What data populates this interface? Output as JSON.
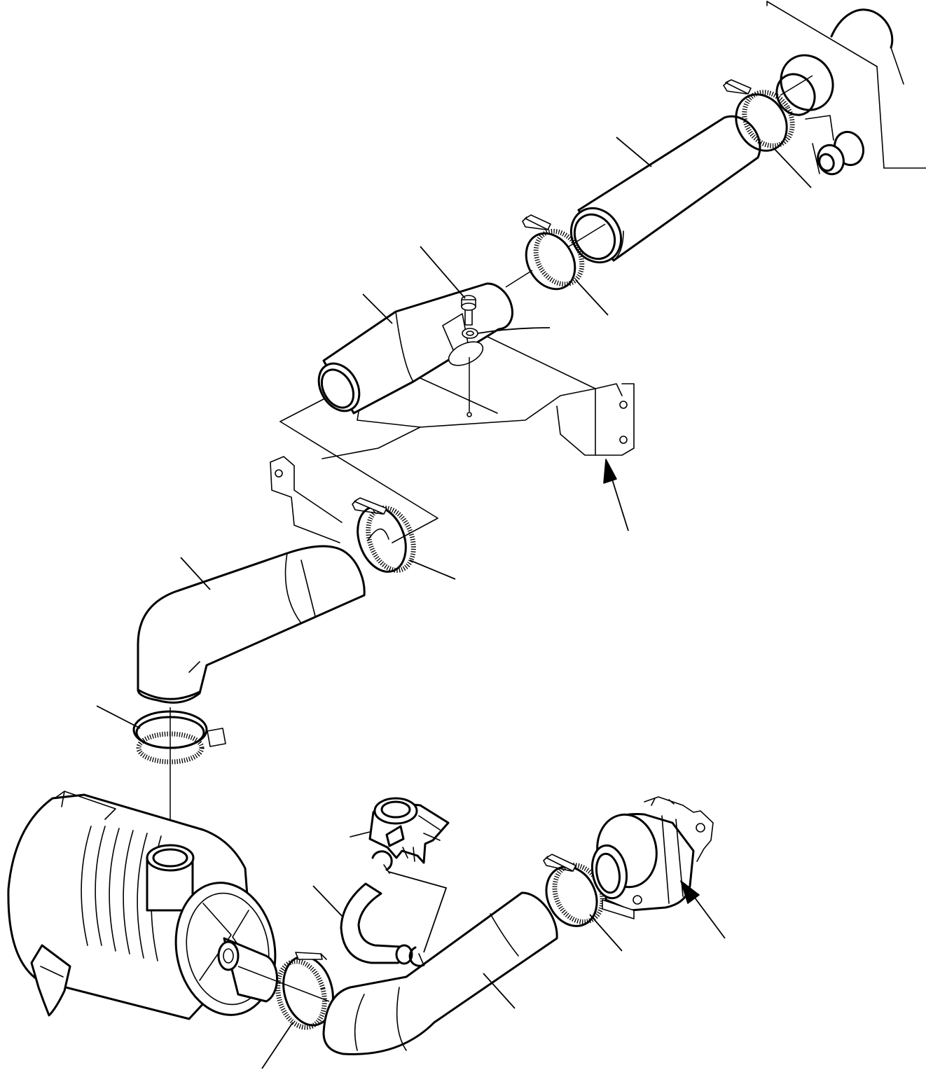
{
  "figure": {
    "domain": "Diagram",
    "type": "exploded-assembly-line-drawing",
    "background": "#ffffff",
    "line_color": "#000000",
    "text_labels": []
  },
  "parts": [
    {
      "id": "engine-block-corner",
      "desc": "engine-block-corner"
    },
    {
      "id": "straight-hose-upper",
      "desc": "straight-hose"
    },
    {
      "id": "hose-clamp-upper-right",
      "desc": "hose-clamp"
    },
    {
      "id": "hose-clamp-upper-mid",
      "desc": "hose-clamp"
    },
    {
      "id": "connector-pipe",
      "desc": "pipe"
    },
    {
      "id": "bolt",
      "desc": "bolt"
    },
    {
      "id": "washer",
      "desc": "washer"
    },
    {
      "id": "mounting-bracket",
      "desc": "bracket"
    },
    {
      "id": "hose-clamp-mid",
      "desc": "hose-clamp"
    },
    {
      "id": "elbow-hose",
      "desc": "elbow-hose"
    },
    {
      "id": "hose-clamp-lower-left",
      "desc": "hose-clamp"
    },
    {
      "id": "air-cleaner",
      "desc": "air-cleaner"
    },
    {
      "id": "breather-fitting",
      "desc": "fitting"
    },
    {
      "id": "small-hose",
      "desc": "small-hose"
    },
    {
      "id": "clips",
      "desc": "clips"
    },
    {
      "id": "lower-hose",
      "desc": "hose"
    },
    {
      "id": "hose-clamp-lower-right",
      "desc": "hose-clamp"
    },
    {
      "id": "hose-clamp-bottom",
      "desc": "hose-clamp"
    },
    {
      "id": "turbocharger",
      "desc": "turbocharger"
    }
  ]
}
